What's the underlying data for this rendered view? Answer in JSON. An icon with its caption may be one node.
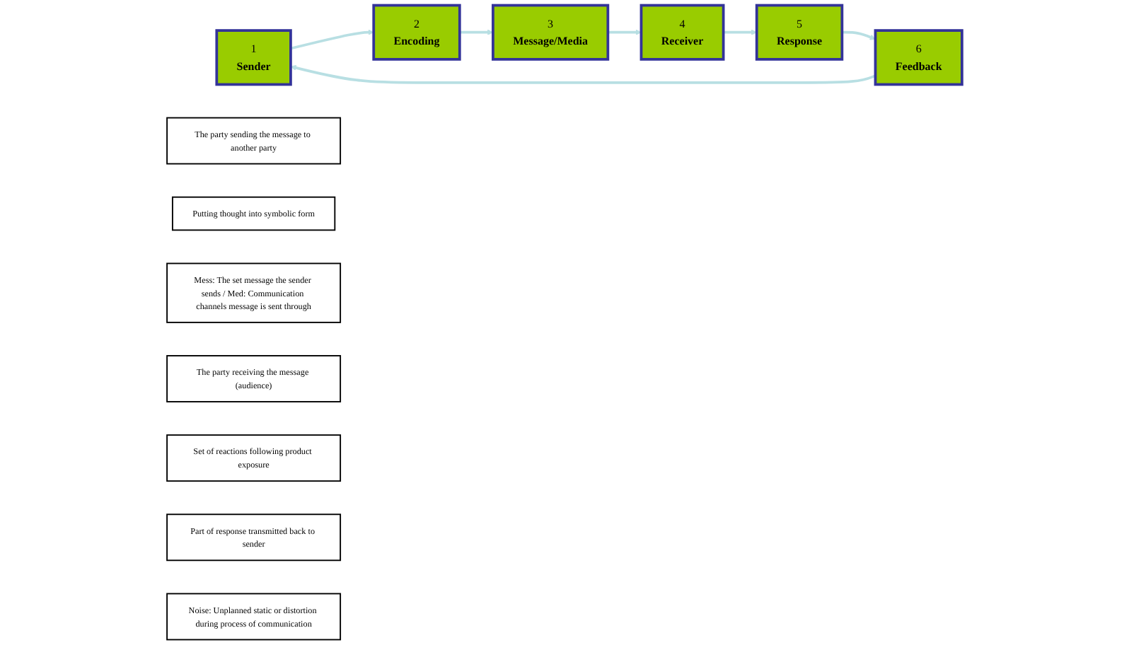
{
  "diagram": {
    "nodes": [
      {
        "text": [
          "1",
          "Sender"
        ]
      },
      {
        "text": [
          "The party sending the message to another party"
        ]
      },
      {
        "text": [
          "2",
          "Encoding"
        ]
      },
      {
        "text": [
          "Putting thought into symbolic form"
        ]
      },
      {
        "text": [
          "3",
          "Message/Media"
        ]
      },
      {
        "text": [
          "Mess: The set message the sender sends / Med: Communication channels message is sent through"
        ]
      },
      {
        "text": [
          "4",
          "Receiver"
        ]
      },
      {
        "text": [
          "The party receiving the message (audience)"
        ]
      },
      {
        "text": [
          "5",
          "Response"
        ]
      },
      {
        "text": [
          "Set of reactions following product exposure"
        ]
      },
      {
        "text": [
          "6",
          "Feedback"
        ]
      },
      {
        "text": [
          "Part of response transmitted back to sender"
        ]
      },
      {
        "text": [
          "Noise: Unplanned static or distortion during process of communication"
        ]
      }
    ],
    "edges": [
      {
        "from": 0,
        "to": 2,
        "arrow": "to"
      },
      {
        "from": 2,
        "to": 4,
        "arrow": "to"
      },
      {
        "from": 4,
        "to": 6,
        "arrow": "to"
      },
      {
        "from": 6,
        "to": 8,
        "arrow": "to"
      },
      {
        "from": 8,
        "to": 10,
        "arrow": "to"
      },
      {
        "from": 10,
        "to": 0,
        "arrow": "to"
      }
    ]
  }
}
